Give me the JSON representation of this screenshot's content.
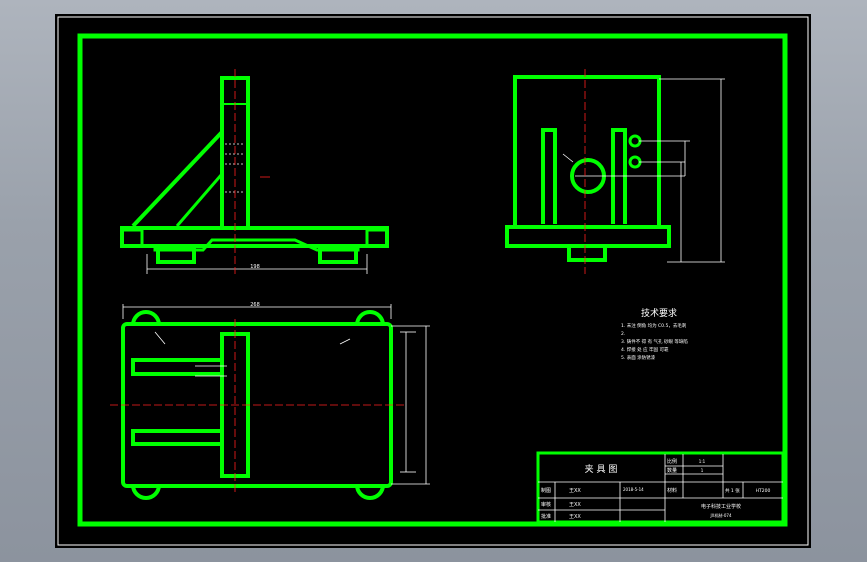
{
  "colors": {
    "background": "#000000",
    "line": "#00ff00",
    "centerline": "#ff2020",
    "dimension": "#ffffff",
    "frame": "#ffffff",
    "viewport_bg": "#aeb4bd"
  },
  "drawing": {
    "dim_front_width": "198",
    "dim_top_width": "268",
    "tech_req_title": "技术要求",
    "tech_req_items": [
      "1.  未注 倒角 均为  C0.5，去毛刺",
      "2.",
      "3.  铸件不 得 有 气孔 砂眼 等缺陷",
      "4.  焊接 处 应 牢固 可靠",
      "5.  表面 涂防锈漆"
    ]
  },
  "title_block": {
    "drawing_name": "夹 具 图",
    "label_scale": "比例",
    "label_qty": "数量",
    "label_material": "材料",
    "label_sheet": "共 1 张",
    "scale_value": "1:1",
    "qty_value": "1",
    "material_value": "HT200",
    "sheet_value": "",
    "label_drawn": "制图",
    "label_checked": "审核",
    "label_approved": "批准",
    "drawn_name": "王XX",
    "checked_name": "王XX",
    "approved_name": "王XX",
    "date": "2018-5-14",
    "school": "电子科技工业学校",
    "class_code": "JX机制-074"
  }
}
